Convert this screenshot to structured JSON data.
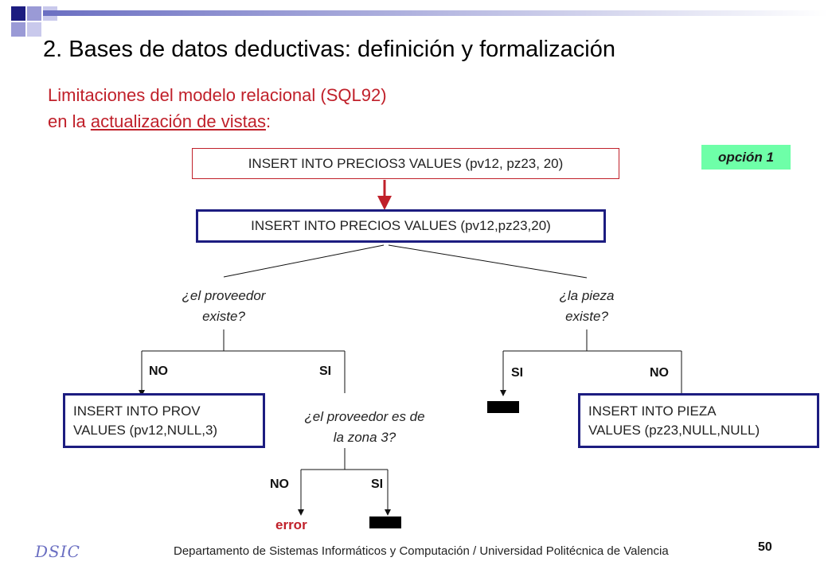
{
  "title": "2. Bases de datos deductivas: definición y formalización",
  "subtitle": {
    "line1": "Limitaciones del modelo relacional (SQL92)",
    "line2_prefix": "en la ",
    "line2_link": "actualización de vistas",
    "line2_suffix": ":"
  },
  "badge": "opción 1",
  "nodes": {
    "top_insert": "INSERT INTO PRECIOS3  VALUES (pv12, pz23, 20)",
    "main_insert": "INSERT INTO PRECIOS VALUES (pv12,pz23,20)",
    "q_proveedor": "¿el proveedor\nexiste?",
    "q_pieza": "¿la pieza\nexiste?",
    "insert_prov": "INSERT INTO PROV\nVALUES (pv12,NULL,3)",
    "q_zona": "¿el proveedor es de\nla zona 3?",
    "insert_pieza": "INSERT INTO PIEZA\nVALUES (pz23,NULL,NULL)",
    "error": "error"
  },
  "labels": {
    "prov_no": "NO",
    "prov_si": "SI",
    "pieza_si": "SI",
    "pieza_no": "NO",
    "zona_no": "NO",
    "zona_si": "SI"
  },
  "footer": "Departamento de Sistemas Informáticos y Computación / Universidad Politécnica de Valencia",
  "page_number": "50",
  "logo_text": "DSIC",
  "colors": {
    "accent_red": "#c0202a",
    "box_blue": "#1c1c80",
    "badge_green": "#6effa8",
    "deco_blue": "#1c1c80",
    "deco_light": "#9a9ad6"
  }
}
